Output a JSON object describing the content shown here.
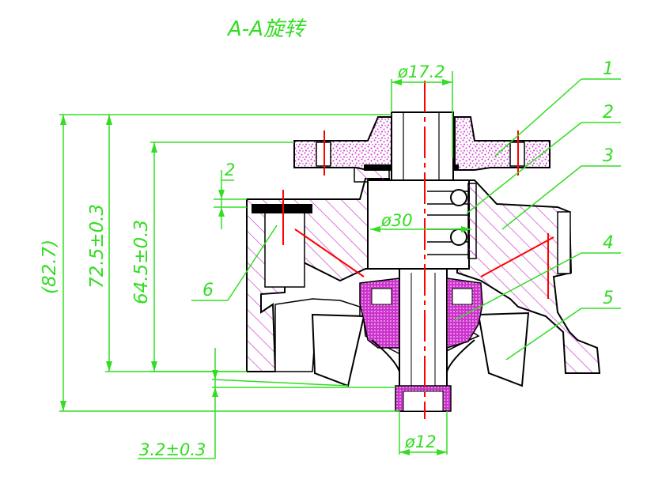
{
  "title": "A-A旋转",
  "colors": {
    "dimension": "#33dd22",
    "outline": "#000000",
    "hatch": "#cc33cc",
    "centerline": "#ff0000",
    "speckle": "#cc33cc"
  },
  "dimensions": {
    "d_top": "ø17.2",
    "d_mid": "ø30",
    "d_bottom": "ø12",
    "h_total": "(82.7)",
    "h_725": "72.5±0.3",
    "h_645": "64.5±0.3",
    "gap_2": "2",
    "offset": "3.2±0.3"
  },
  "callouts": [
    {
      "label": "1"
    },
    {
      "label": "2"
    },
    {
      "label": "3"
    },
    {
      "label": "4"
    },
    {
      "label": "5"
    },
    {
      "label": "6"
    }
  ]
}
